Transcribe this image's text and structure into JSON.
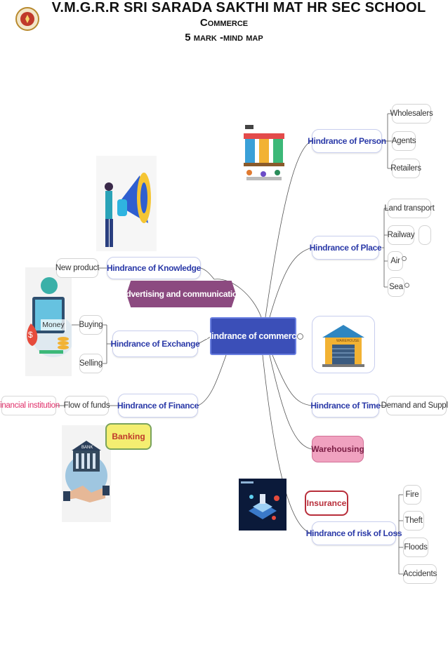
{
  "header": {
    "school": "V.M.G.R.R SRI SARADA SAKTHI MAT HR SEC SCHOOL",
    "subject": "Commerce",
    "subtitle": "5 mark -mind map"
  },
  "mindmap": {
    "center": "Hindrance of commerce",
    "branches": {
      "person": {
        "label": "Hindrance of Person",
        "children": [
          "Wholesalers",
          "Agents",
          "Retailers"
        ]
      },
      "place": {
        "label": "Hindrance of Place",
        "children": [
          "Land transport",
          "Railway",
          "Air",
          "Sea"
        ]
      },
      "time": {
        "label": "Hindrance of Time",
        "children": [
          "Demand and Supply"
        ]
      },
      "warehousing": {
        "label": "Warehousing"
      },
      "risk": {
        "label": "Hindrance of risk of Loss",
        "children": [
          "Fire",
          "Theft",
          "Floods",
          "Accidents"
        ]
      },
      "insurance": {
        "label": "Insurance"
      },
      "knowledge": {
        "label": "Hindrance of Knowledge",
        "children": [
          "New product"
        ]
      },
      "advertising": {
        "label": "Advertising and communication"
      },
      "exchange": {
        "label": "Hindrance of Exchange",
        "children": [
          "Buying",
          "Selling"
        ]
      },
      "money": {
        "label": "Money"
      },
      "finance": {
        "label": "Hindrance of Finance",
        "children": [
          "Flow of funds"
        ]
      },
      "financial_institution": {
        "label": "financial institution"
      },
      "banking": {
        "label": "Banking"
      }
    },
    "image_captions": {
      "warehouse": "WAREHOUSE",
      "bank": "BANK"
    }
  },
  "colors": {
    "center_bg": "#3b4fb8",
    "branch_text": "#2b3aa8",
    "advertising_bg": "#8c4a80",
    "warehousing_bg": "#f0a2c0",
    "insurance_border": "#b82e3a",
    "banking_bg": "#f4ee71",
    "financial_institution_text": "#e0306a"
  }
}
